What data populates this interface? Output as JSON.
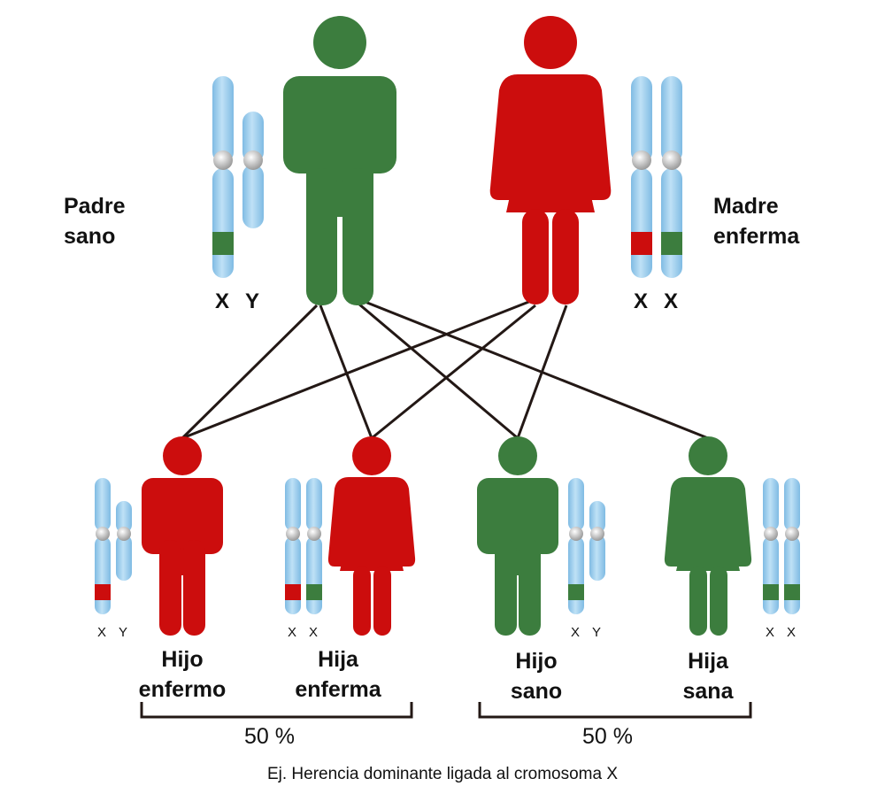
{
  "colors": {
    "healthy": "#3c7d3e",
    "affected": "#cc0d0d",
    "chromosome": "#a9d3ef",
    "chromosome_shade": "#7fbbe3",
    "centromere": "#d9d9d9",
    "line": "#231815"
  },
  "parents": {
    "father": {
      "label_line1": "Padre",
      "label_line2": "sano",
      "chrom_x": "X",
      "chrom_y": "Y"
    },
    "mother": {
      "label_line1": "Madre",
      "label_line2": "enferma",
      "chrom_x1": "X",
      "chrom_x2": "X"
    }
  },
  "children": [
    {
      "label_line1": "Hijo",
      "label_line2": "enfermo",
      "chrom_1": "X",
      "chrom_2": "Y"
    },
    {
      "label_line1": "Hija",
      "label_line2": "enferma",
      "chrom_1": "X",
      "chrom_2": "X"
    },
    {
      "label_line1": "Hijo",
      "label_line2": "sano",
      "chrom_1": "X",
      "chrom_2": "Y"
    },
    {
      "label_line1": "Hija",
      "label_line2": "sana",
      "chrom_1": "X",
      "chrom_2": "X"
    }
  ],
  "groups": [
    {
      "percent": "50 %"
    },
    {
      "percent": "50 %"
    }
  ],
  "caption": "Ej. Herencia dominante ligada al cromosoma X"
}
